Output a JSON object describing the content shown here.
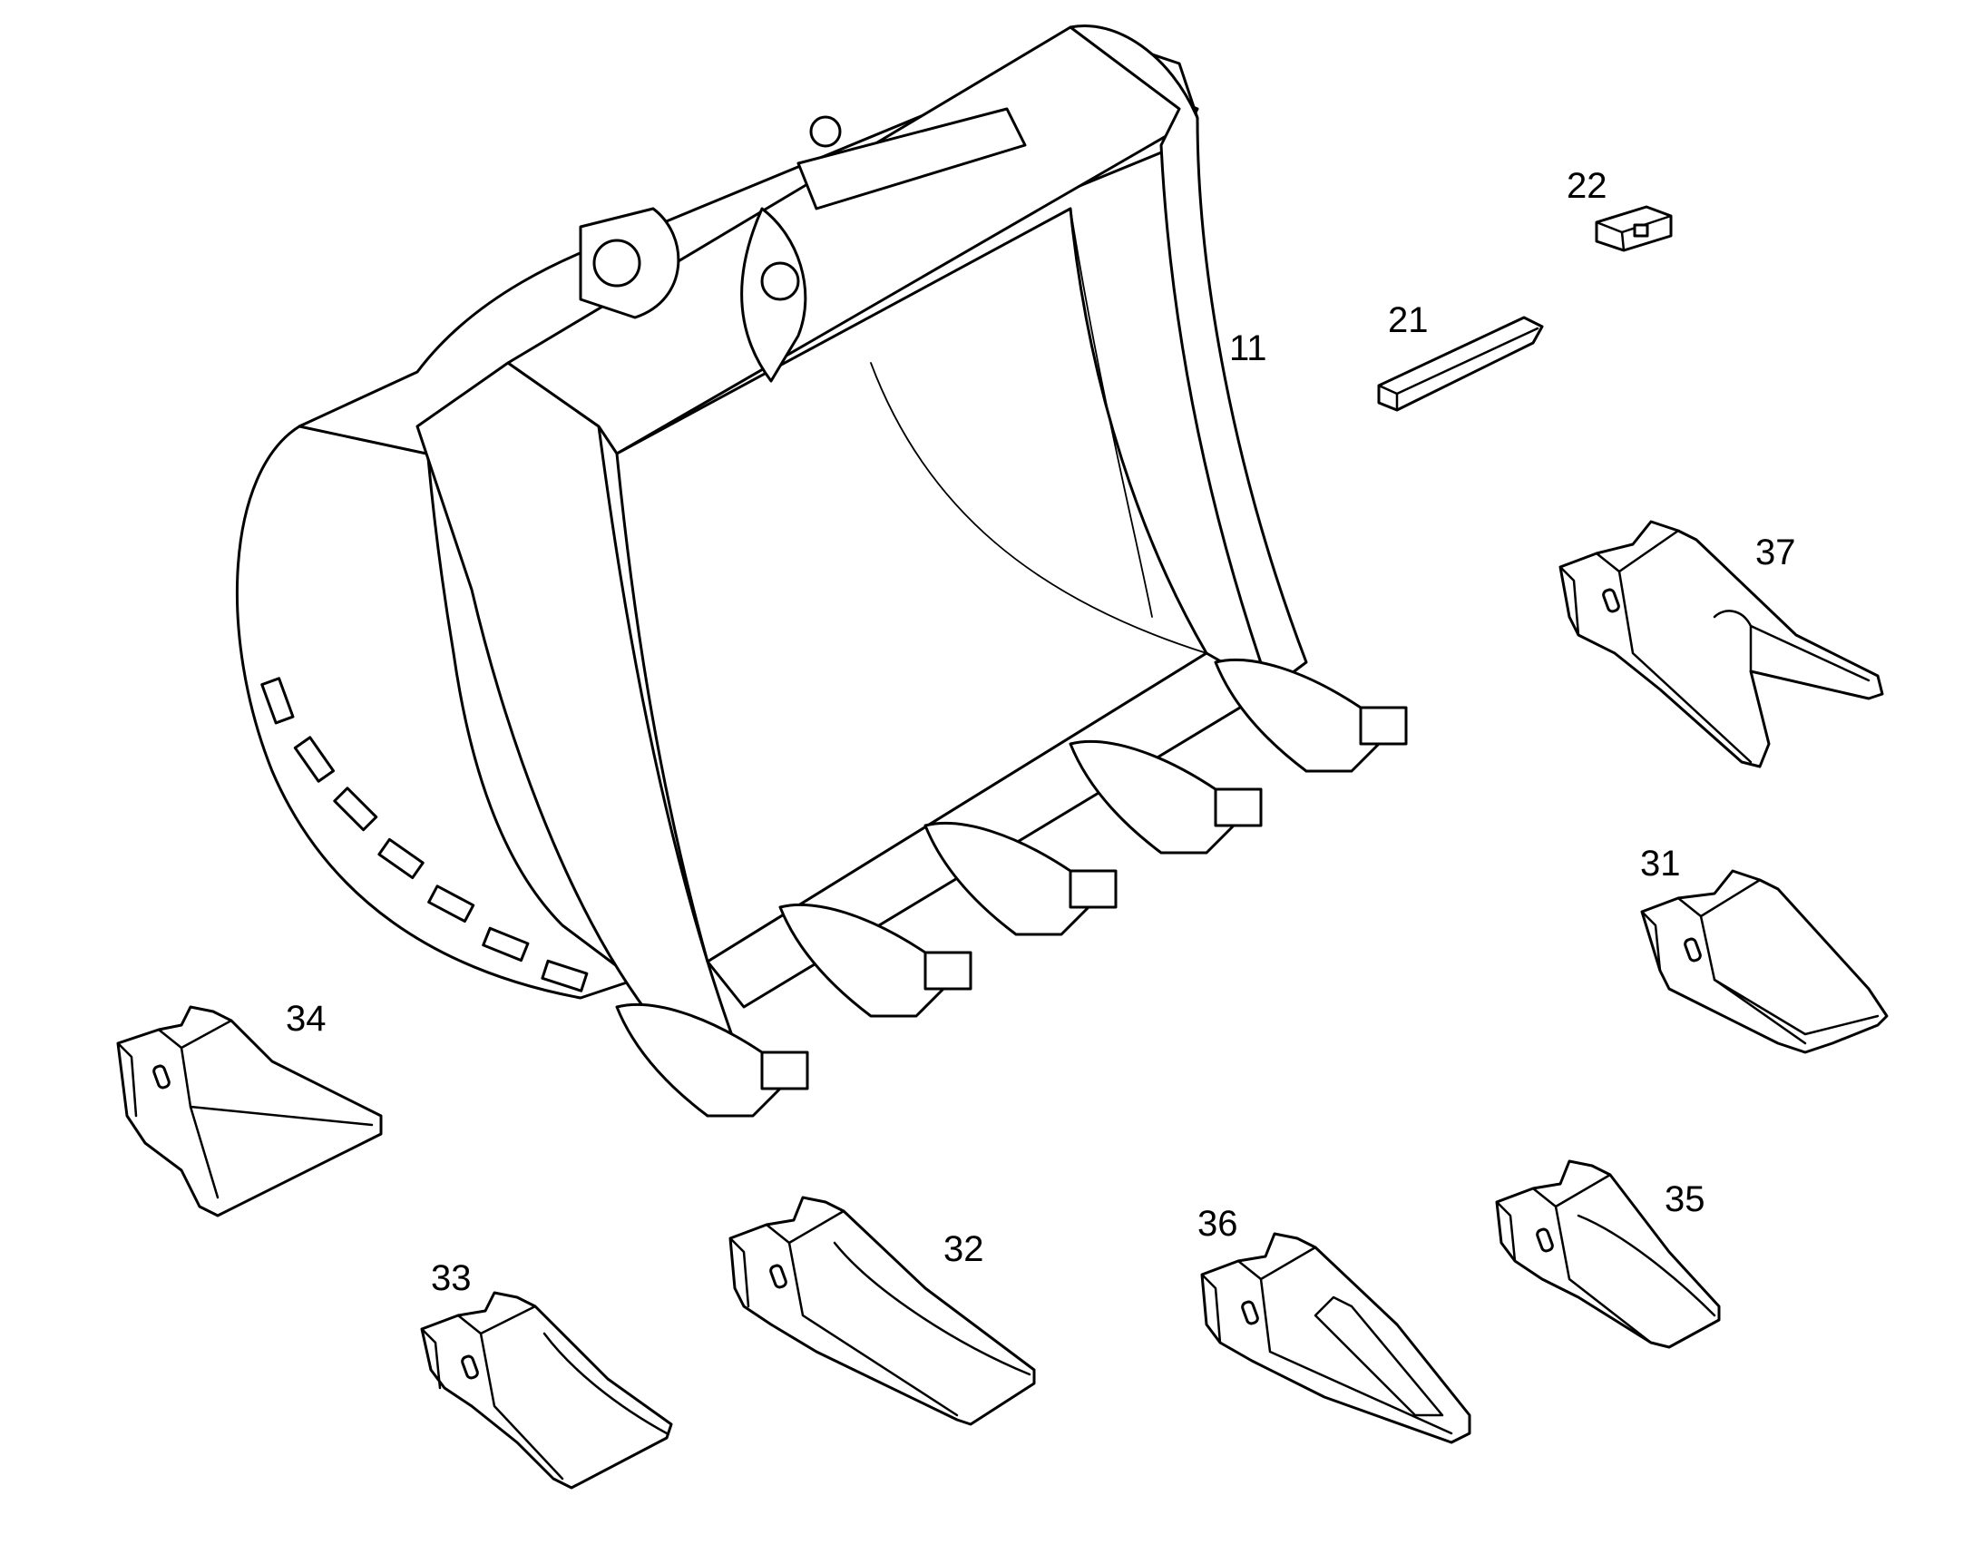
{
  "callouts": {
    "bucket": "11",
    "pin_bar": "21",
    "lock_block": "22",
    "tooth_31": "31",
    "tooth_32": "32",
    "tooth_33": "33",
    "tooth_34": "34",
    "tooth_35": "35",
    "tooth_36": "36",
    "tooth_37": "37"
  }
}
